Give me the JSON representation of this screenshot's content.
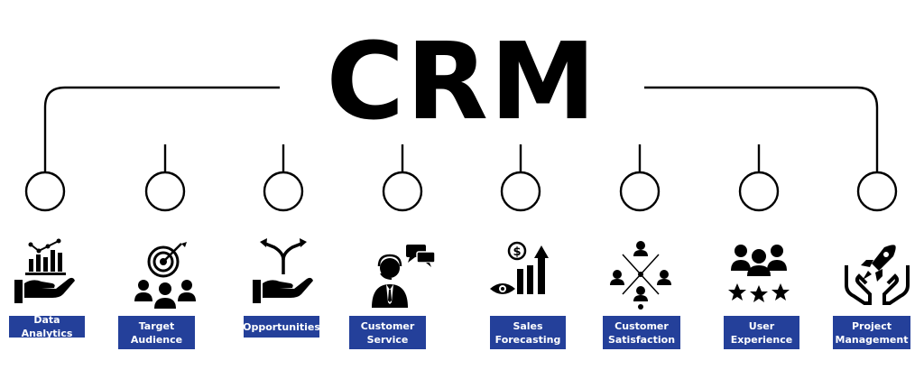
{
  "title": "CRM",
  "colors": {
    "label_bg": "#24409a",
    "label_text": "#ffffff",
    "line": "#000000",
    "title": "#000000"
  },
  "items": [
    {
      "label": "Data Analytics",
      "icon": "hand-chart-icon"
    },
    {
      "label": "Target\nAudience",
      "icon": "target-audience-icon"
    },
    {
      "label": "Opportunities",
      "icon": "hand-arrows-icon"
    },
    {
      "label": "Customer\nService",
      "icon": "support-agent-icon"
    },
    {
      "label": "Sales\nForecasting",
      "icon": "forecast-chart-icon"
    },
    {
      "label": "Customer\nSatisfaction",
      "icon": "people-network-icon"
    },
    {
      "label": "User\nExperience",
      "icon": "users-stars-icon"
    },
    {
      "label": "Project\nManagement",
      "icon": "hands-rocket-icon"
    }
  ]
}
